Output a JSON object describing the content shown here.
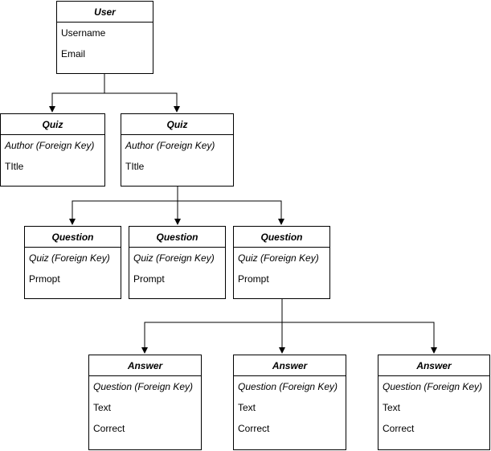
{
  "entities": {
    "user": {
      "title": "User",
      "fields": [
        "Username",
        "Email"
      ]
    },
    "quiz_1": {
      "title": "Quiz",
      "fields": [
        "Author (Foreign Key)",
        "TItle"
      ]
    },
    "quiz_2": {
      "title": "Quiz",
      "fields": [
        "Author (Foreign Key)",
        "TItle"
      ]
    },
    "question_1": {
      "title": "Question",
      "fields": [
        "Quiz (Foreign Key)",
        "Prmopt"
      ]
    },
    "question_2": {
      "title": "Question",
      "fields": [
        "Quiz (Foreign Key)",
        "Prompt"
      ]
    },
    "question_3": {
      "title": "Question",
      "fields": [
        "Quiz (Foreign Key)",
        "Prompt"
      ]
    },
    "answer_1": {
      "title": "Answer",
      "fields": [
        "Question (Foreign Key)",
        "Text",
        "Correct"
      ]
    },
    "answer_2": {
      "title": "Answer",
      "fields": [
        "Question (Foreign Key)",
        "Text",
        "Correct"
      ]
    },
    "answer_3": {
      "title": "Answer",
      "fields": [
        "Question (Foreign Key)",
        "Text",
        "Correct"
      ]
    }
  },
  "colors": {
    "line": "#000000",
    "box_border": "#000000",
    "background": "#ffffff"
  }
}
